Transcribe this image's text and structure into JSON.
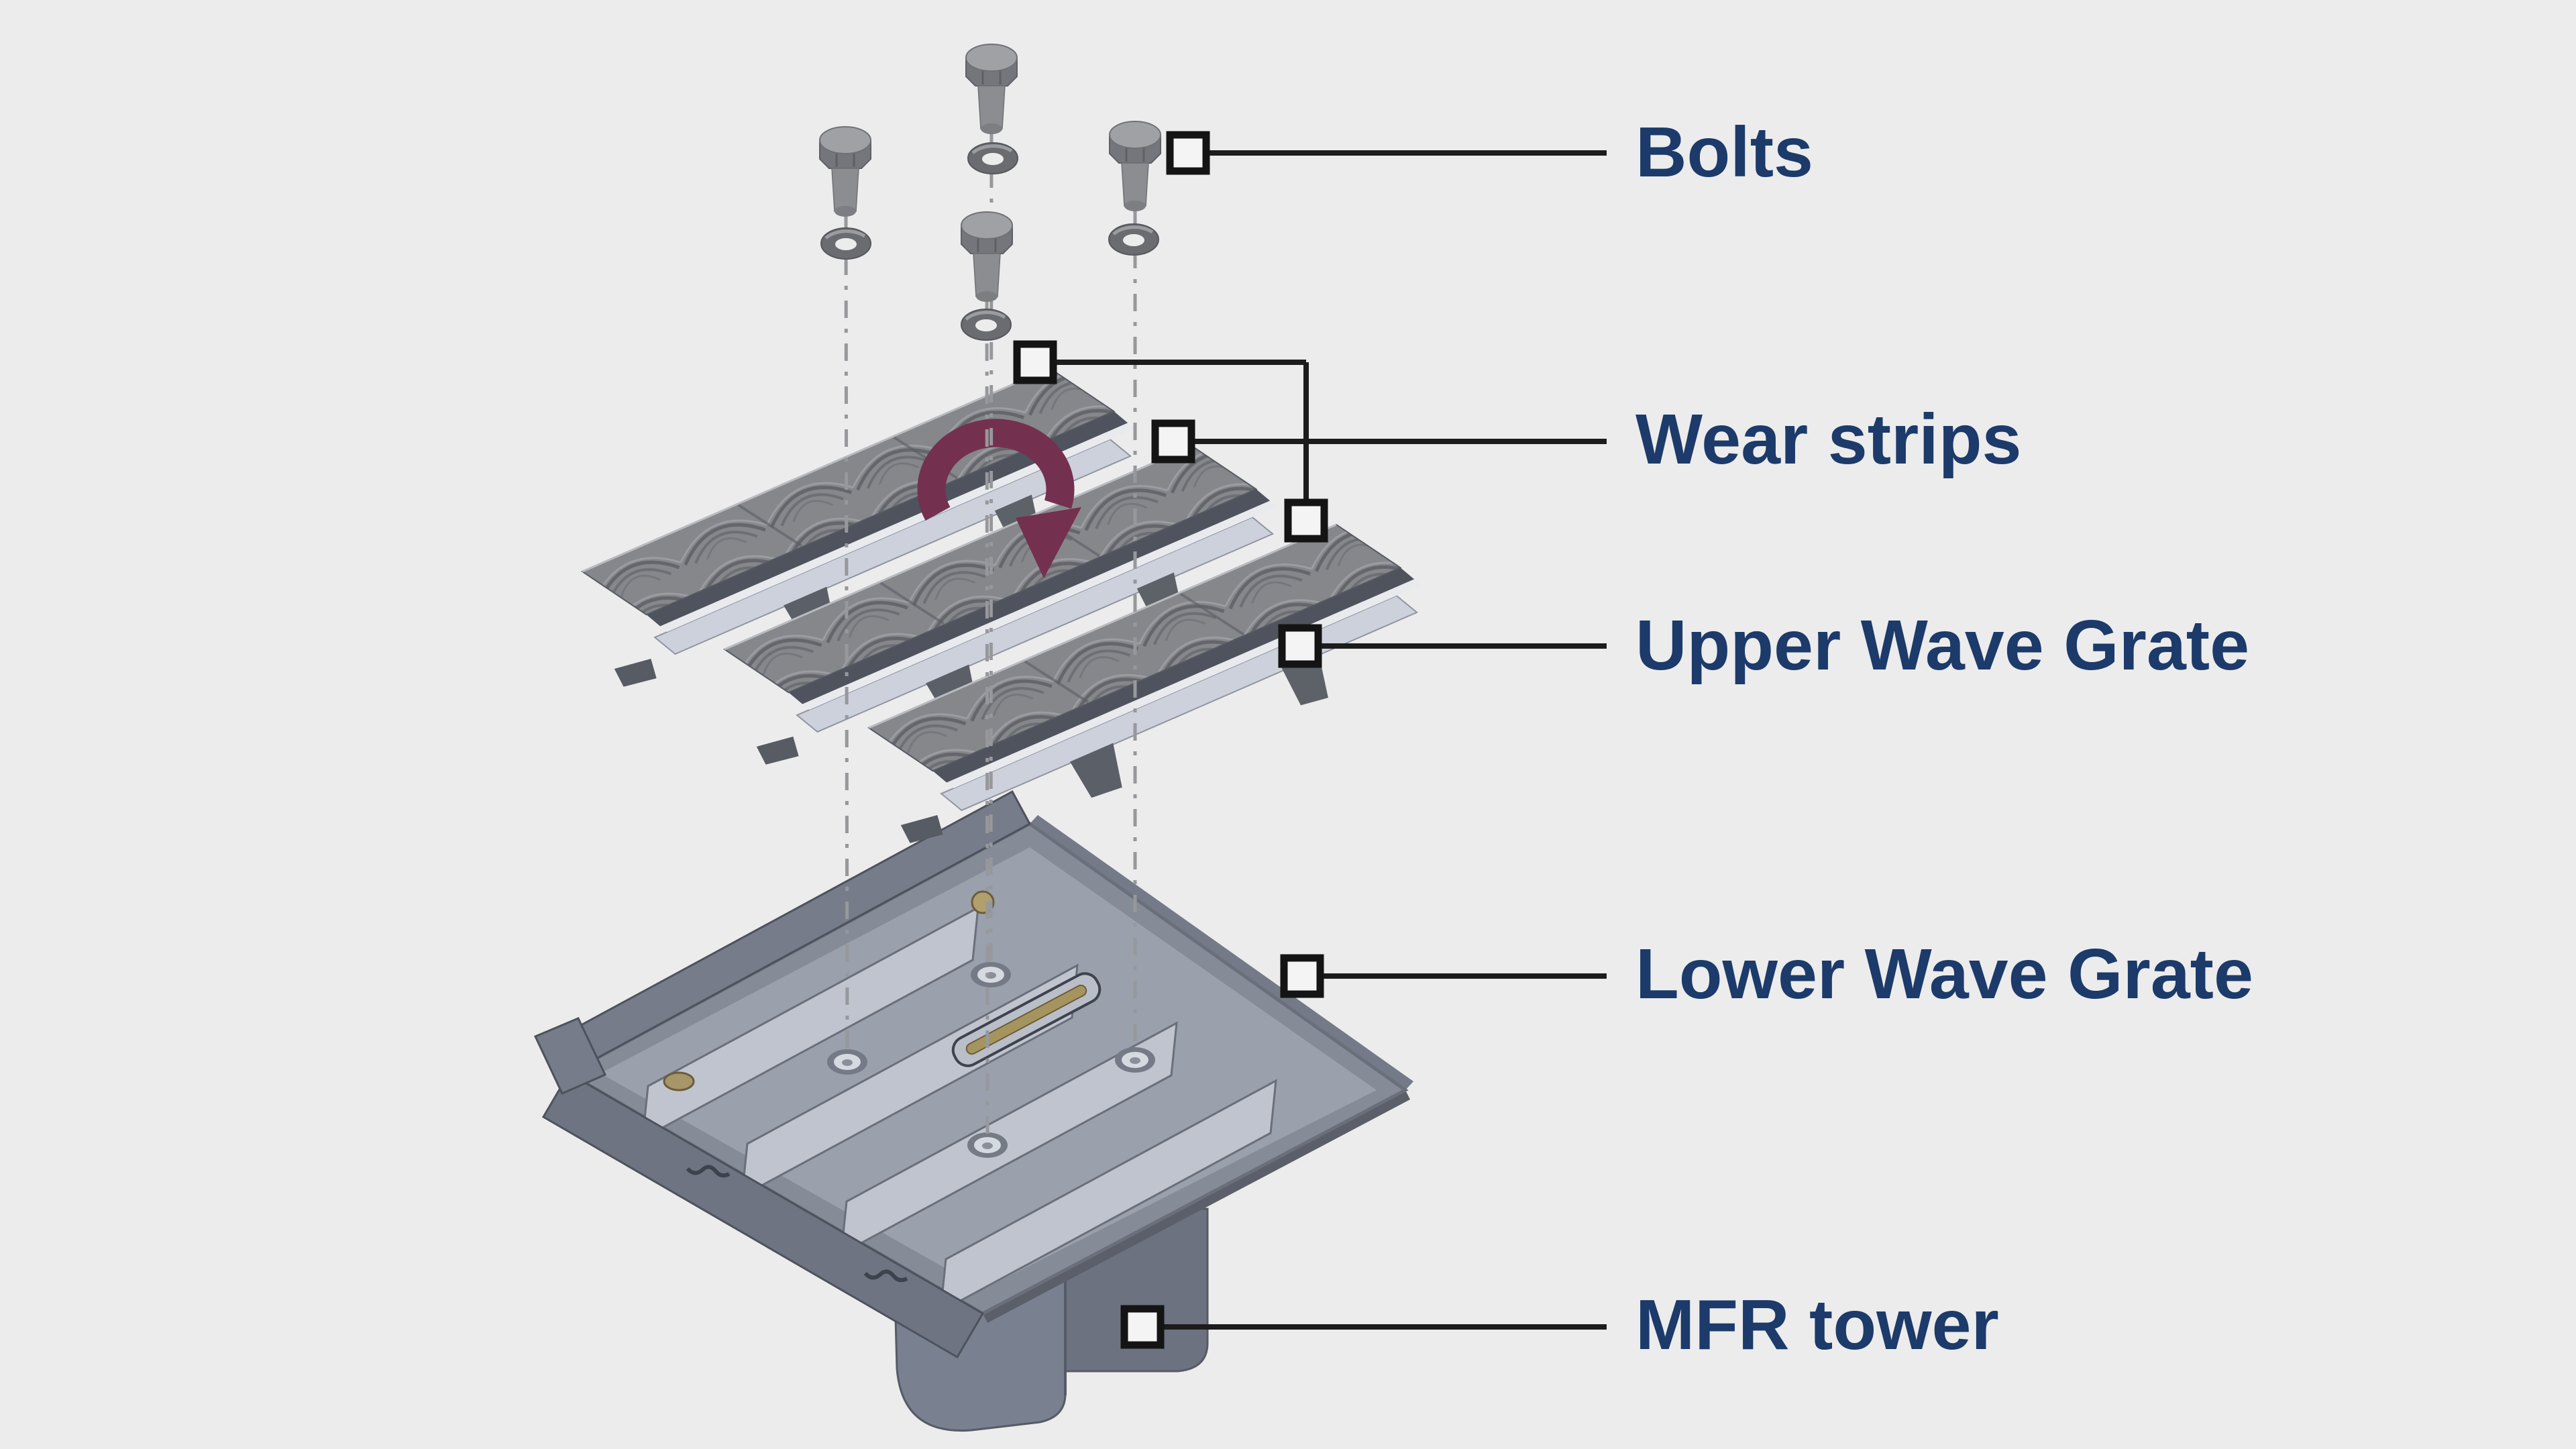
{
  "page": {
    "background_color": "#ececec"
  },
  "diagram": {
    "type": "exploded-assembly-diagram",
    "labels": {
      "bolts": "Bolts",
      "wear_strips": "Wear strips",
      "upper_wave_grate": "Upper Wave Grate",
      "lower_wave_grate": "Lower Wave Grate",
      "mfr_tower": "MFR tower"
    },
    "label_color": "#1c3a6a",
    "callout": {
      "line_color": "#1c1c1c",
      "marker_fill": "#f4f4f5",
      "marker_border": "#141414",
      "marker_count": 7
    },
    "parts": [
      {
        "name": "bolt",
        "count": 4
      },
      {
        "name": "washer",
        "count": 4
      },
      {
        "name": "wear-strip",
        "count": 3
      },
      {
        "name": "upper-wave-grate",
        "count": 1
      },
      {
        "name": "lower-wave-grate",
        "count": 1
      },
      {
        "name": "mfr-tower",
        "count": 1
      }
    ],
    "rotation_arrow_color": "#74304f",
    "centerline_color": "#97989c",
    "metal_colors": {
      "light_plate": "#cdd1db",
      "mid_plate": "#9aa0ac",
      "strip_texture": "#85878b",
      "dark_edge": "#4e535d"
    }
  }
}
